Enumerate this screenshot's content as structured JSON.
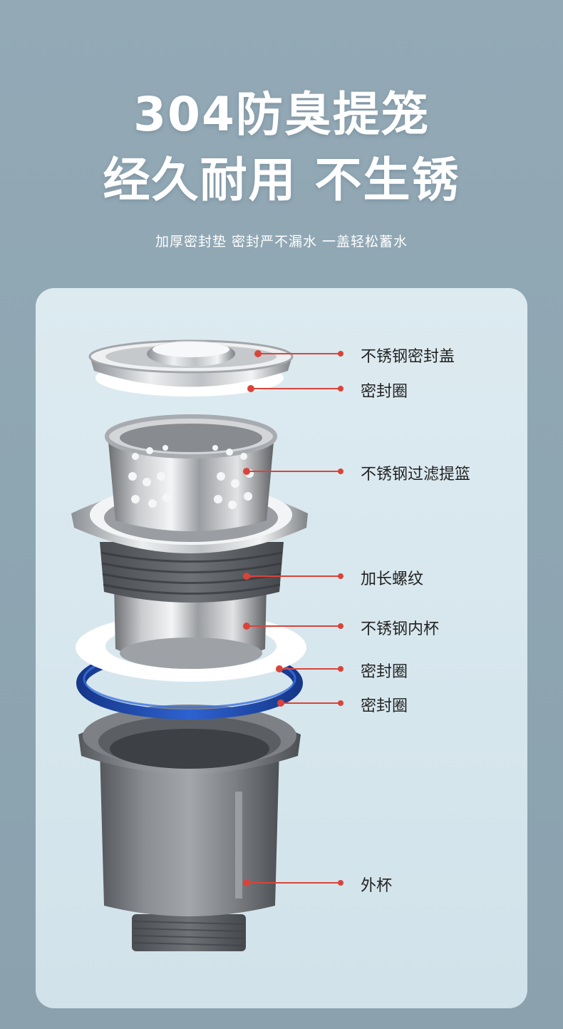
{
  "headline": {
    "line1": "304防臭提笼",
    "line2": "经久耐用 不生锈"
  },
  "subtitle": "加厚密封垫 密封严不漏水 一盖轻松蓄水",
  "callouts": [
    {
      "label": "不锈钢密封盖"
    },
    {
      "label": "密封圈"
    },
    {
      "label": "不锈钢过滤提篮"
    },
    {
      "label": "加长螺纹"
    },
    {
      "label": "不锈钢内杯"
    },
    {
      "label": "密封圈"
    },
    {
      "label": "密封圈"
    },
    {
      "label": "外杯"
    }
  ],
  "colors": {
    "background": "#8ea5b2",
    "panel": "#d8e7ee",
    "callout_line": "#d9443a",
    "text": "#222222",
    "gasket_blue": "#2150b8"
  }
}
